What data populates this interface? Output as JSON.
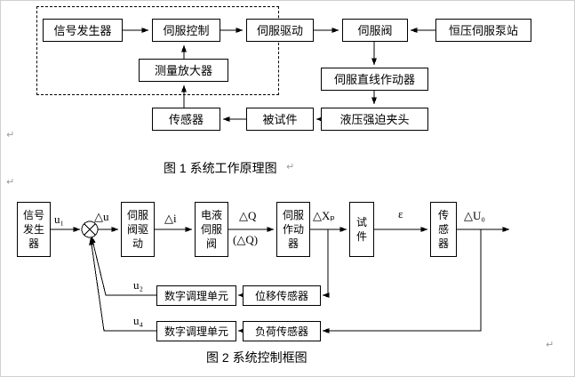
{
  "page": {
    "paragraph_mark": "↵"
  },
  "fig1": {
    "caption": "图 1 系统工作原理图",
    "blocks": {
      "signal_generator": "信号发生器",
      "servo_control": "伺服控制",
      "servo_drive": "伺服驱动",
      "servo_valve": "伺服阀",
      "pump_station": "恒压伺服泵站",
      "measuring_amplifier": "测量放大器",
      "servo_linear_actuator": "伺服直线作动器",
      "hydraulic_clamp": "液压强迫夹头",
      "test_specimen": "被试件",
      "sensor": "传感器"
    }
  },
  "fig2": {
    "caption": "图 2 系统控制框图",
    "blocks": {
      "signal_generator": "信号发生器",
      "servo_valve_drive": "伺服阀驱动",
      "electrohydraulic_servo_valve": "电液伺服阀",
      "servo_actuator": "伺服作动器",
      "specimen": "试件",
      "sensor": "传感器",
      "digital_conditioning_unit_1": "数字调理单元",
      "displacement_sensor": "位移传感器",
      "digital_conditioning_unit_2": "数字调理单元",
      "load_sensor": "负荷传感器"
    },
    "signals": {
      "u1": "u₁",
      "delta_u": "△u",
      "delta_i": "△i",
      "delta_q": "△Q",
      "delta_q_paren": "(△Q)",
      "delta_xp": "△Xₚ",
      "epsilon": "ε",
      "delta_u0": "△U₀",
      "u2": "u₂",
      "u4": "u₄"
    }
  }
}
